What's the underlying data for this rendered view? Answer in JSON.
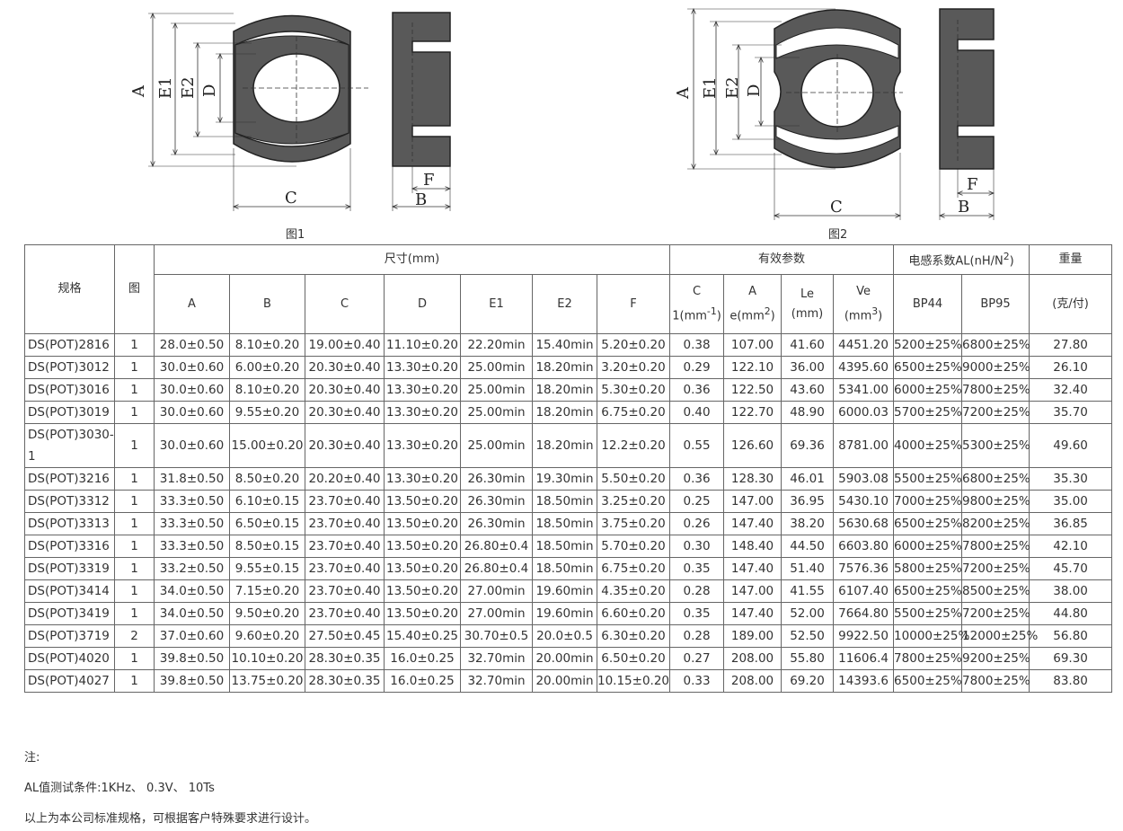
{
  "figures": {
    "fig1_caption": "图1",
    "fig2_caption": "图2",
    "labels": {
      "A": "A",
      "E1": "E1",
      "E2": "E2",
      "D": "D",
      "C": "C",
      "F": "F",
      "B": "B"
    }
  },
  "table": {
    "group_headers": {
      "spec": "规格",
      "fig": "图",
      "size": "尺寸(mm)",
      "params": "有效参数",
      "al_prefix": "电感系数AL(nH/N",
      "al_sup": "2",
      "al_suffix": ")",
      "weight": "重量"
    },
    "sub_headers": {
      "A": "A",
      "B": "B",
      "C": "C",
      "D": "D",
      "E1": "E1",
      "E2": "E2",
      "F": "F",
      "p_c_top": "C",
      "p_c_bot_pre": "1(mm",
      "p_c_sup": "-1",
      "p_c_bot_post": ")",
      "p_a_top": "A",
      "p_a_bot_pre": "e(mm",
      "p_a_sup": "2",
      "p_a_bot_post": ")",
      "p_le_top": "Le",
      "p_le_bot": "(mm)",
      "p_ve_top": "Ve",
      "p_ve_bot_pre": "(mm",
      "p_ve_sup": "3",
      "p_ve_bot_post": ")",
      "bp44": "BP44",
      "bp95": "BP95",
      "weight_unit": "(克/付)"
    },
    "rows": [
      [
        "DS(POT)2816",
        "1",
        "28.0±0.50",
        "8.10±0.20",
        "19.00±0.40",
        "11.10±0.20",
        "22.20min",
        "15.40min",
        "5.20±0.20",
        "0.38",
        "107.00",
        "41.60",
        "4451.20",
        "5200±25%",
        "6800±25%",
        "27.80"
      ],
      [
        "DS(POT)3012",
        "1",
        "30.0±0.60",
        "6.00±0.20",
        "20.30±0.40",
        "13.30±0.20",
        "25.00min",
        "18.20min",
        "3.20±0.20",
        "0.29",
        "122.10",
        "36.00",
        "4395.60",
        "6500±25%",
        "9000±25%",
        "26.10"
      ],
      [
        "DS(POT)3016",
        "1",
        "30.0±0.60",
        "8.10±0.20",
        "20.30±0.40",
        "13.30±0.20",
        "25.00min",
        "18.20min",
        "5.30±0.20",
        "0.36",
        "122.50",
        "43.60",
        "5341.00",
        "6000±25%",
        "7800±25%",
        "32.40"
      ],
      [
        "DS(POT)3019",
        "1",
        "30.0±0.60",
        "9.55±0.20",
        "20.30±0.40",
        "13.30±0.20",
        "25.00min",
        "18.20min",
        "6.75±0.20",
        "0.40",
        "122.70",
        "48.90",
        "6000.03",
        "5700±25%",
        "7200±25%",
        "35.70"
      ],
      [
        "DS(POT)3030-1",
        "1",
        "30.0±0.60",
        "15.00±0.20",
        "20.30±0.40",
        "13.30±0.20",
        "25.00min",
        "18.20min",
        "12.2±0.20",
        "0.55",
        "126.60",
        "69.36",
        "8781.00",
        "4000±25%",
        "5300±25%",
        "49.60"
      ],
      [
        "DS(POT)3216",
        "1",
        "31.8±0.50",
        "8.50±0.20",
        "20.20±0.40",
        "13.30±0.20",
        "26.30min",
        "19.30min",
        "5.50±0.20",
        "0.36",
        "128.30",
        "46.01",
        "5903.08",
        "5500±25%",
        "6800±25%",
        "35.30"
      ],
      [
        "DS(POT)3312",
        "1",
        "33.3±0.50",
        "6.10±0.15",
        "23.70±0.40",
        "13.50±0.20",
        "26.30min",
        "18.50min",
        "3.25±0.20",
        "0.25",
        "147.00",
        "36.95",
        "5430.10",
        "7000±25%",
        "9800±25%",
        "35.00"
      ],
      [
        "DS(POT)3313",
        "1",
        "33.3±0.50",
        "6.50±0.15",
        "23.70±0.40",
        "13.50±0.20",
        "26.30min",
        "18.50min",
        "3.75±0.20",
        "0.26",
        "147.40",
        "38.20",
        "5630.68",
        "6500±25%",
        "8200±25%",
        "36.85"
      ],
      [
        "DS(POT)3316",
        "1",
        "33.3±0.50",
        "8.50±0.15",
        "23.70±0.40",
        "13.50±0.20",
        "26.80±0.4",
        "18.50min",
        "5.70±0.20",
        "0.30",
        "148.40",
        "44.50",
        "6603.80",
        "6000±25%",
        "7800±25%",
        "42.10"
      ],
      [
        "DS(POT)3319",
        "1",
        "33.2±0.50",
        "9.55±0.15",
        "23.70±0.40",
        "13.50±0.20",
        "26.80±0.4",
        "18.50min",
        "6.75±0.20",
        "0.35",
        "147.40",
        "51.40",
        "7576.36",
        "5800±25%",
        "7200±25%",
        "45.70"
      ],
      [
        "DS(POT)3414",
        "1",
        "34.0±0.50",
        "7.15±0.20",
        "23.70±0.40",
        "13.50±0.20",
        "27.00min",
        "19.60min",
        "4.35±0.20",
        "0.28",
        "147.00",
        "41.55",
        "6107.40",
        "6500±25%",
        "8500±25%",
        "38.00"
      ],
      [
        "DS(POT)3419",
        "1",
        "34.0±0.50",
        "9.50±0.20",
        "23.70±0.40",
        "13.50±0.20",
        "27.00min",
        "19.60min",
        "6.60±0.20",
        "0.35",
        "147.40",
        "52.00",
        "7664.80",
        "5500±25%",
        "7200±25%",
        "44.80"
      ],
      [
        "DS(POT)3719",
        "2",
        "37.0±0.60",
        "9.60±0.20",
        "27.50±0.45",
        "15.40±0.25",
        "30.70±0.5",
        "20.0±0.5",
        "6.30±0.20",
        "0.28",
        "189.00",
        "52.50",
        "9922.50",
        "10000±25%",
        "12000±25%",
        "56.80"
      ],
      [
        "DS(POT)4020",
        "1",
        "39.8±0.50",
        "10.10±0.20",
        "28.30±0.35",
        "16.0±0.25",
        "32.70min",
        "20.00min",
        "6.50±0.20",
        "0.27",
        "208.00",
        "55.80",
        "11606.4",
        "7800±25%",
        "9200±25%",
        "69.30"
      ],
      [
        "DS(POT)4027",
        "1",
        "39.8±0.50",
        "13.75±0.20",
        "28.30±0.35",
        "16.0±0.25",
        "32.70min",
        "20.00min",
        "10.15±0.20",
        "0.33",
        "208.00",
        "69.20",
        "14393.6",
        "6500±25%",
        "7800±25%",
        "83.80"
      ]
    ]
  },
  "notes": {
    "title": "注:",
    "line1": "AL值测试条件:1KHz、 0.3V、 10Ts",
    "line2": "以上为本公司标准规格，可根据客户特殊要求进行设计。"
  }
}
